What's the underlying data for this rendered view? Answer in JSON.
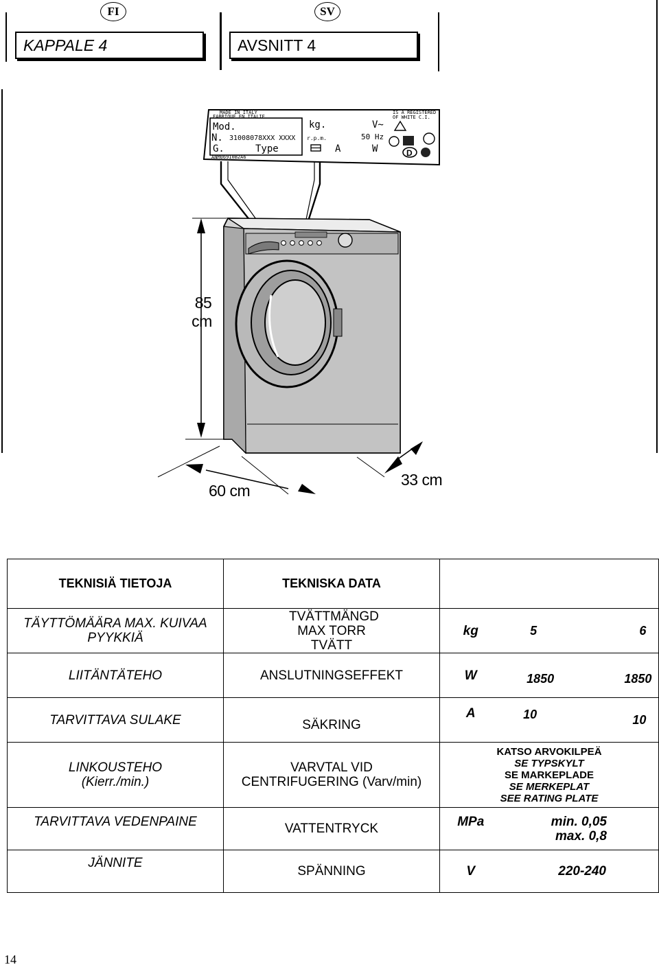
{
  "header": {
    "lang_left": "FI",
    "lang_right": "SV",
    "section_left": "KAPPALE 4",
    "section_right": "AVSNITT 4"
  },
  "rating_plate": {
    "made_in": "MADE IN ITALY",
    "fabrique": "FABRIQUE EN ITALIE",
    "registered_line1": "IS A REGISTERED",
    "registered_line2": "OF WHITE C.I.",
    "mod": "Mod.",
    "kg": "kg.",
    "volt": "V~",
    "serial_prefix": "N.",
    "serial": "31008078XXX XXXX",
    "rpm": "r.p.m.",
    "hz": "50 Hz",
    "g": "G.",
    "type": "Type",
    "amp": "A",
    "watt": "W",
    "code": "ANM06910B2A6"
  },
  "dimensions": {
    "height": "85",
    "height_unit": "cm",
    "width": "60 cm",
    "depth": "33 cm"
  },
  "table": {
    "header_fi": "TEKNISIÄ TIETOJA",
    "header_sv": "TEKNISKA DATA",
    "rows": [
      {
        "fi": "TÄYTTÖMÄÄRA MAX. KUIVAA PYYKKIÄ",
        "sv": "TVÄTTMÄNGD MAX TORR TVÄTT",
        "unit": "kg",
        "v1": "5",
        "v2": "6"
      },
      {
        "fi": "LIITÄNTÄTEHO",
        "sv": "ANSLUTNINGSEFFEKT",
        "unit": "W",
        "v1": "1850",
        "v2": "1850"
      },
      {
        "fi": "TARVITTAVA SULAKE",
        "sv": "SÄKRING",
        "unit": "A",
        "v1": "10",
        "v2": "10"
      },
      {
        "fi": "LINKOUSTEHO (Kierr./min.)",
        "sv": "VARVTAL VID CENTRIFUGERING (Varv/min)",
        "note1": "KATSO ARVOKILPEÄ",
        "note2": "SE TYPSKYLT",
        "note3": "SE MARKEPLADE",
        "note4": "SE MERKEPLAT",
        "note5": "SEE RATING PLATE"
      },
      {
        "fi": "TARVITTAVA VEDENPAINE",
        "sv": "VATTENTRYCK",
        "unit": "MPa",
        "min": "min. 0,05",
        "max": "max. 0,8"
      },
      {
        "fi": "JÄNNITE",
        "sv": "SPÄNNING",
        "unit": "V",
        "v1": "220-240"
      }
    ]
  },
  "page_number": "14"
}
